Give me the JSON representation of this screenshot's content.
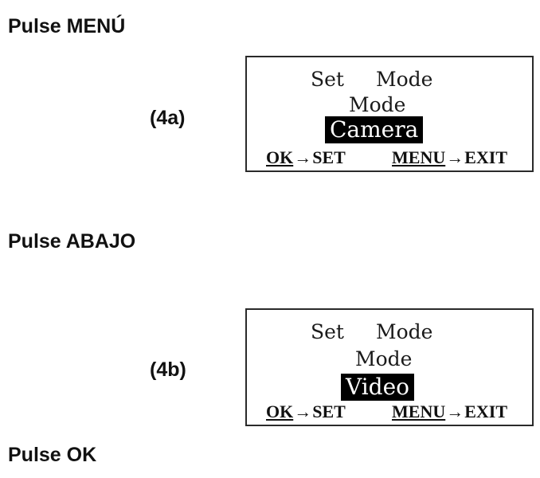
{
  "steps": [
    {
      "instruction": "Pulse MENÚ",
      "figure_label": "(4a)",
      "screen": {
        "title_left": "Set",
        "title_right": "Mode",
        "subtitle": "Mode",
        "selected": "Camera",
        "footer": {
          "ok_key": "OK",
          "ok_arrow": "→",
          "ok_action": "SET",
          "menu_key": "MENU",
          "menu_arrow": "→",
          "menu_action": "EXIT"
        }
      }
    },
    {
      "instruction": "Pulse ABAJO",
      "figure_label": "(4b)",
      "screen": {
        "title_left": "Set",
        "title_right": "Mode",
        "subtitle": "Mode",
        "selected": "Video",
        "footer": {
          "ok_key": "OK",
          "ok_arrow": "→",
          "ok_action": "SET",
          "menu_key": "MENU",
          "menu_arrow": "→",
          "menu_action": "EXIT"
        }
      }
    }
  ],
  "final_instruction": "Pulse OK"
}
